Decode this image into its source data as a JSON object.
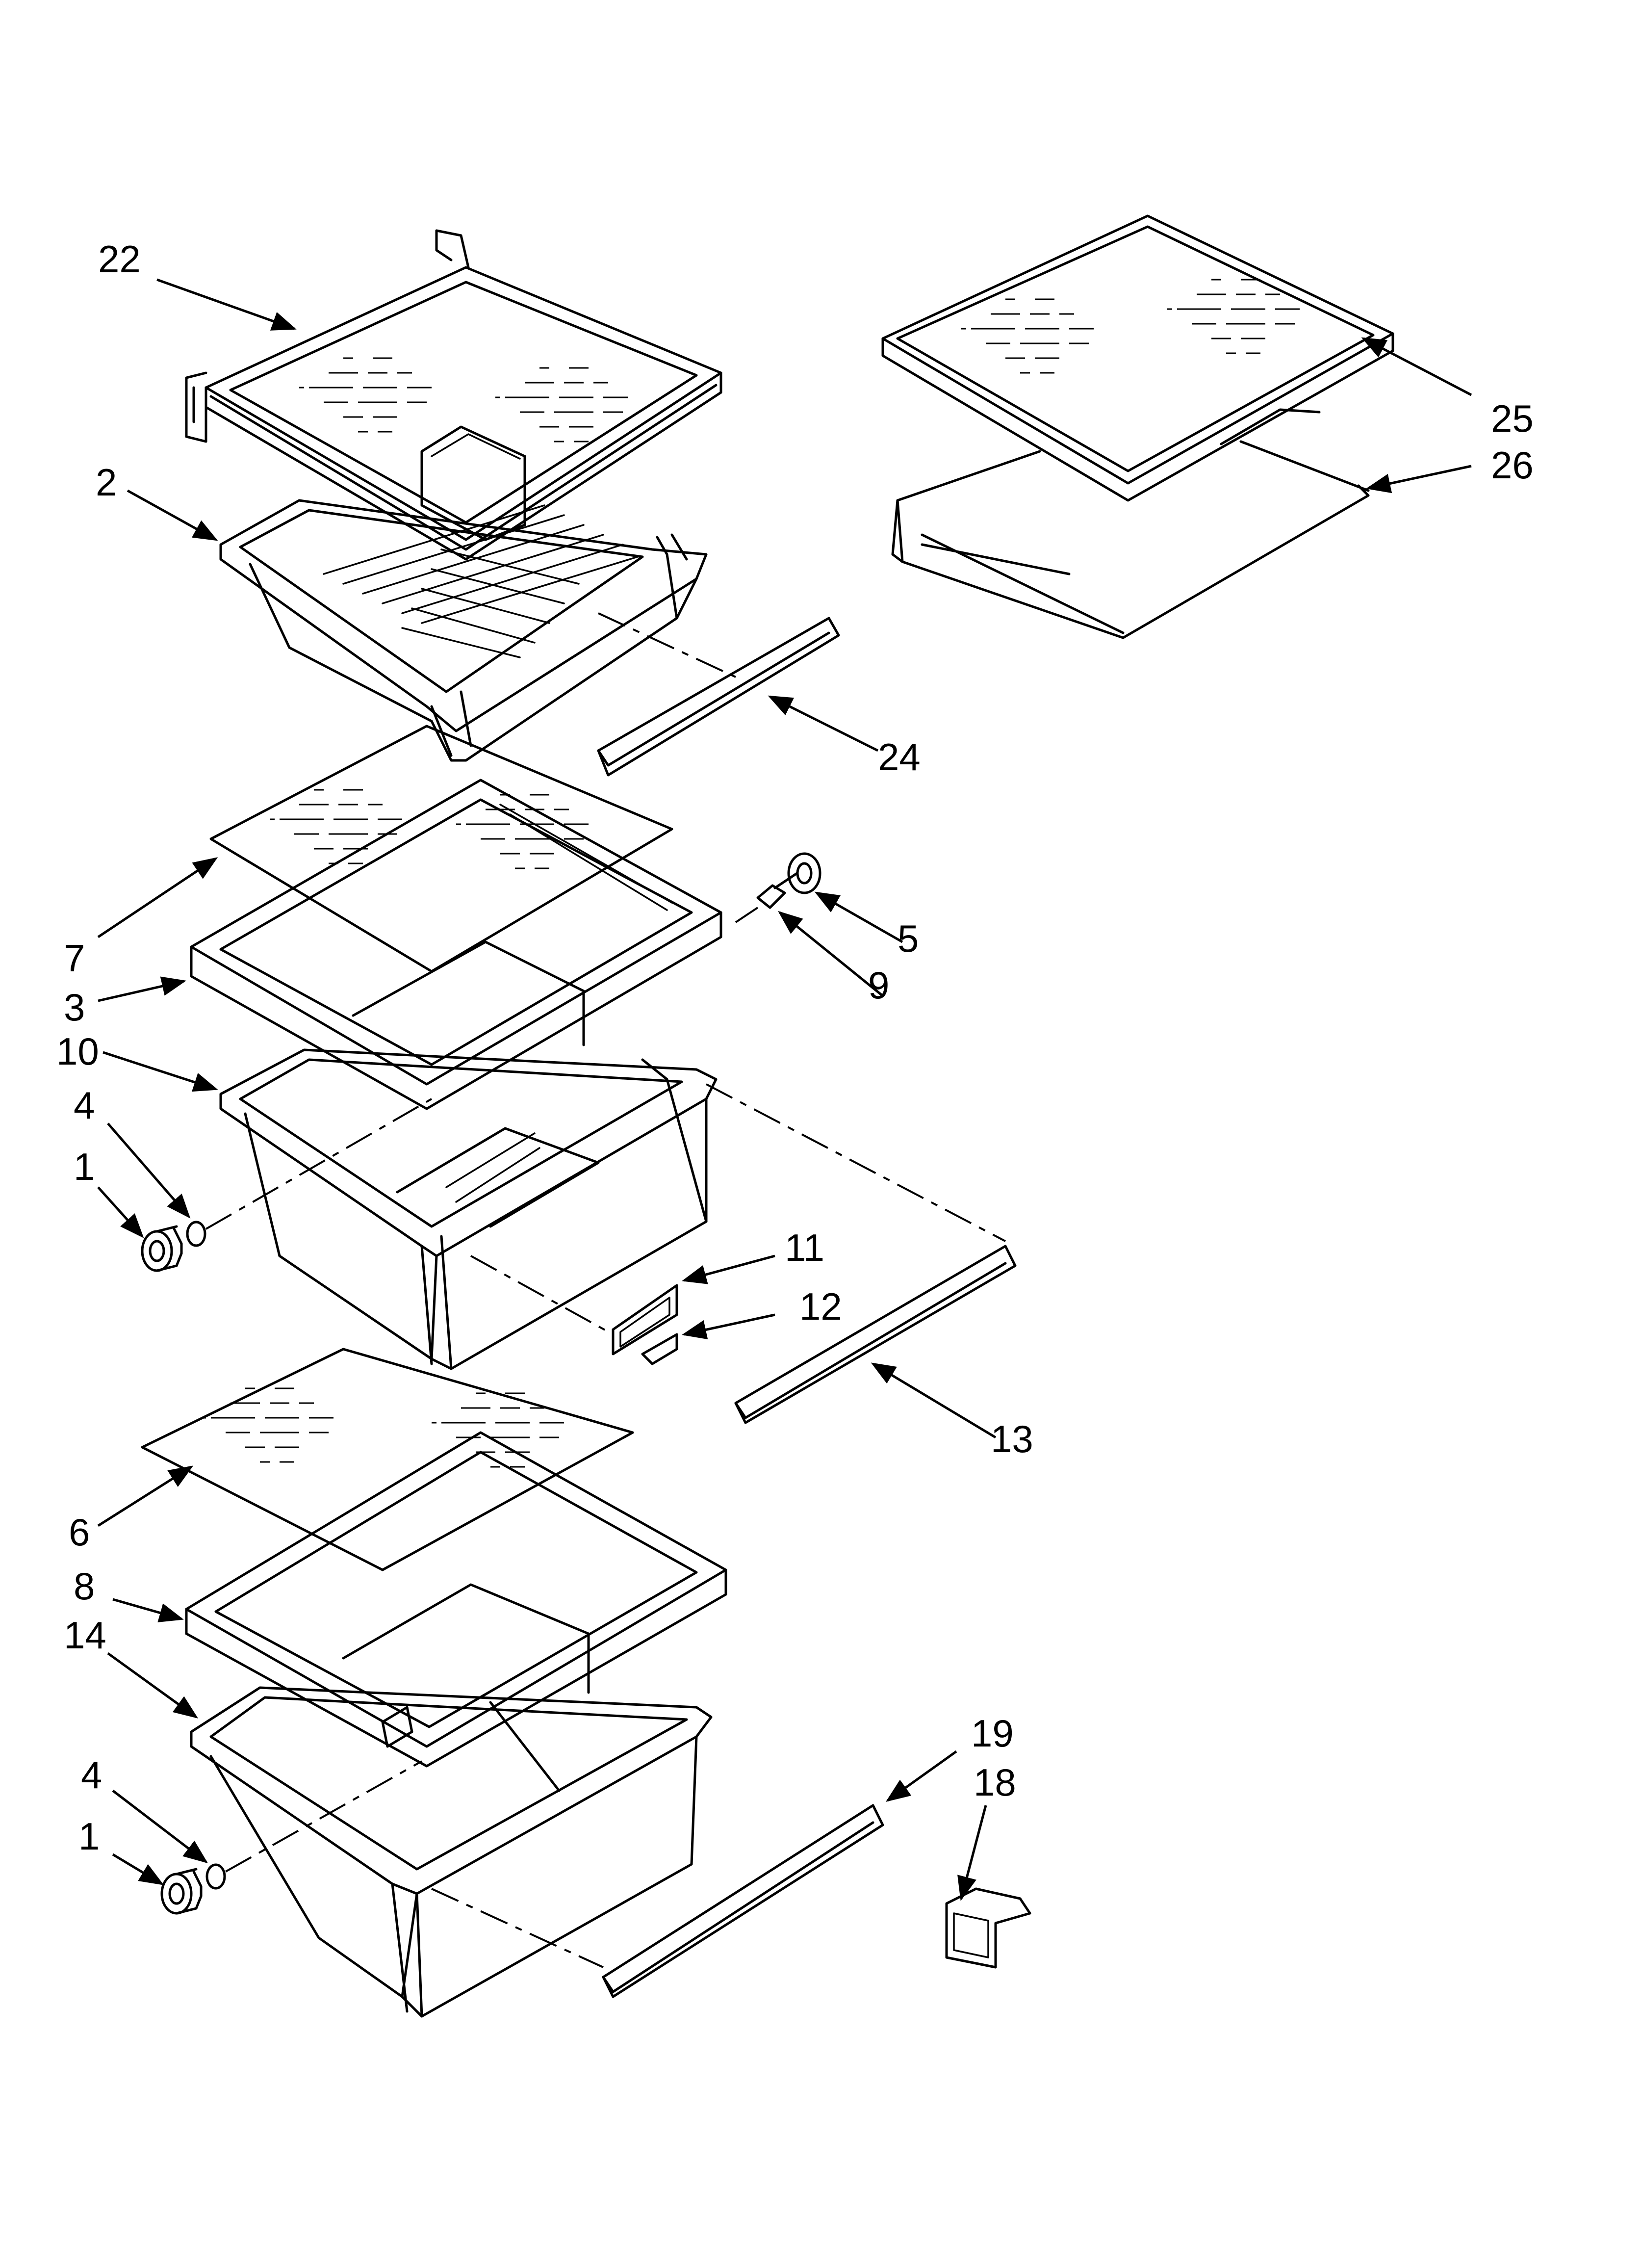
{
  "callouts": [
    {
      "id": "22",
      "text": "22"
    },
    {
      "id": "2",
      "text": "2"
    },
    {
      "id": "25",
      "text": "25"
    },
    {
      "id": "26",
      "text": "26"
    },
    {
      "id": "24",
      "text": "24"
    },
    {
      "id": "7",
      "text": "7"
    },
    {
      "id": "5",
      "text": "5"
    },
    {
      "id": "9",
      "text": "9"
    },
    {
      "id": "3",
      "text": "3"
    },
    {
      "id": "10",
      "text": "10"
    },
    {
      "id": "4a",
      "text": "4"
    },
    {
      "id": "1a",
      "text": "1"
    },
    {
      "id": "11",
      "text": "11"
    },
    {
      "id": "12",
      "text": "12"
    },
    {
      "id": "13",
      "text": "13"
    },
    {
      "id": "6",
      "text": "6"
    },
    {
      "id": "8",
      "text": "8"
    },
    {
      "id": "14",
      "text": "14"
    },
    {
      "id": "19",
      "text": "19"
    },
    {
      "id": "18",
      "text": "18"
    },
    {
      "id": "4b",
      "text": "4"
    },
    {
      "id": "1b",
      "text": "1"
    }
  ]
}
